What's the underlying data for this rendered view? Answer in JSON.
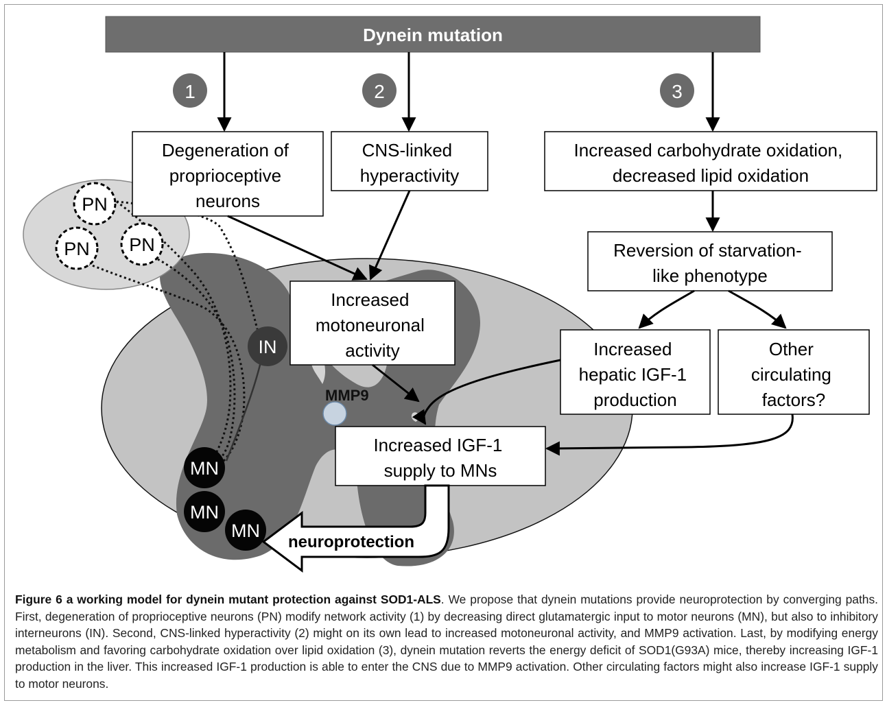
{
  "banner": {
    "label": "Dynein mutation"
  },
  "paths": [
    "1",
    "2",
    "3"
  ],
  "boxes": {
    "degeneration": [
      "Degeneration of",
      "proprioceptive",
      "neurons"
    ],
    "cns": [
      "CNS-linked",
      "hyperactivity"
    ],
    "carb": [
      "Increased carbohydrate oxidation,",
      "decreased lipid oxidation"
    ],
    "reversion": [
      "Reversion of starvation-",
      "like phenotype"
    ],
    "motoneuronal": [
      "Increased",
      "motoneuronal",
      "activity"
    ],
    "hepatic": [
      "Increased",
      "hepatic IGF-1",
      "production"
    ],
    "other": [
      "Other",
      "circulating",
      "factors?"
    ],
    "supply": [
      "Increased IGF-1",
      "supply to MNs"
    ]
  },
  "cells": {
    "pn": [
      "PN",
      "PN",
      "PN"
    ],
    "in": "IN",
    "mn": [
      "MN",
      "MN",
      "MN"
    ]
  },
  "labels": {
    "mmp9": "MMP9",
    "neuroprotection": "neuroprotection"
  },
  "caption": {
    "title": "Figure 6 a working model for dynein mutant protection against SOD1-ALS",
    "text": ". We propose that dynein mutations provide neuroprotection by converging paths. First, degeneration of proprioceptive neurons (PN) modify network activity (1) by decreasing direct glutamatergic input to motor neurons (MN), but also to inhibitory interneurons (IN). Second, CNS-linked hyperactivity (2) might on its own lead to increased motoneuronal activity, and MMP9 activation. Last, by modifying energy metabolism and favoring carbohydrate oxidation over lipid oxidation (3), dynein mutation reverts the energy deficit of SOD1(G93A) mice, thereby increasing IGF-1 production in the liver. This increased IGF-1 production is able to enter the CNS due to MMP9 activation. Other circulating factors might also increase IGF-1 supply to motor neurons."
  }
}
